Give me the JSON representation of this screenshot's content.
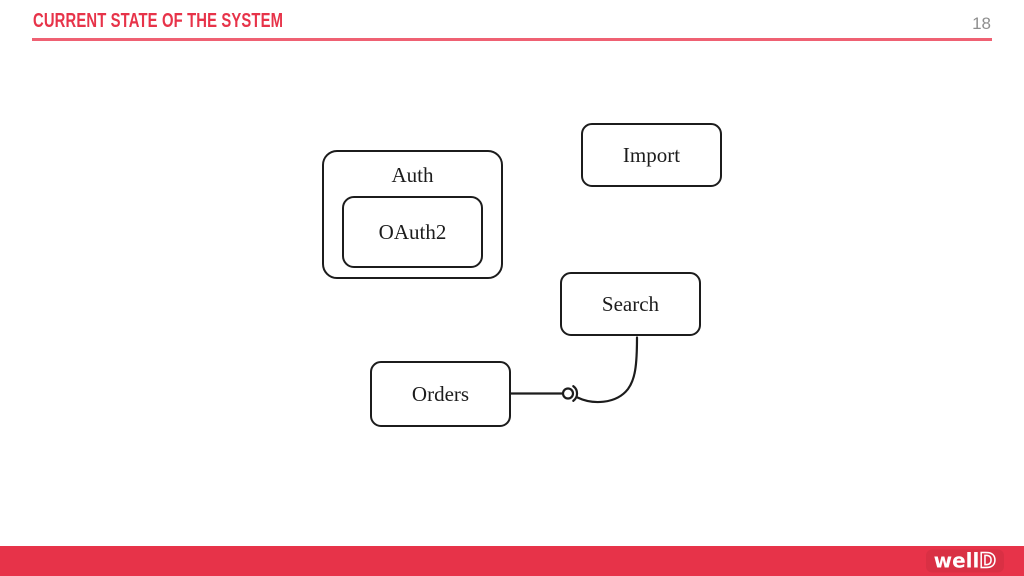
{
  "header": {
    "title": "CURRENT STATE OF THE SYSTEM",
    "page_number": "18"
  },
  "diagram": {
    "nodes": [
      {
        "id": "auth",
        "label": "Auth"
      },
      {
        "id": "oauth2",
        "label": "OAuth2",
        "parent": "auth"
      },
      {
        "id": "import",
        "label": "Import"
      },
      {
        "id": "search",
        "label": "Search"
      },
      {
        "id": "orders",
        "label": "Orders"
      }
    ],
    "connections": [
      {
        "from": "orders",
        "to": "search",
        "type": "ball-and-socket"
      }
    ]
  },
  "footer": {
    "logo_text_main": "well",
    "logo_text_accent": "D"
  },
  "colors": {
    "accent_red": "#e73349",
    "underline_pink": "#ef6173",
    "page_number_gray": "#8e8e8e",
    "node_border": "#1c1c1c",
    "node_fill": "#ffffff",
    "connector": "#1c1c1c"
  }
}
